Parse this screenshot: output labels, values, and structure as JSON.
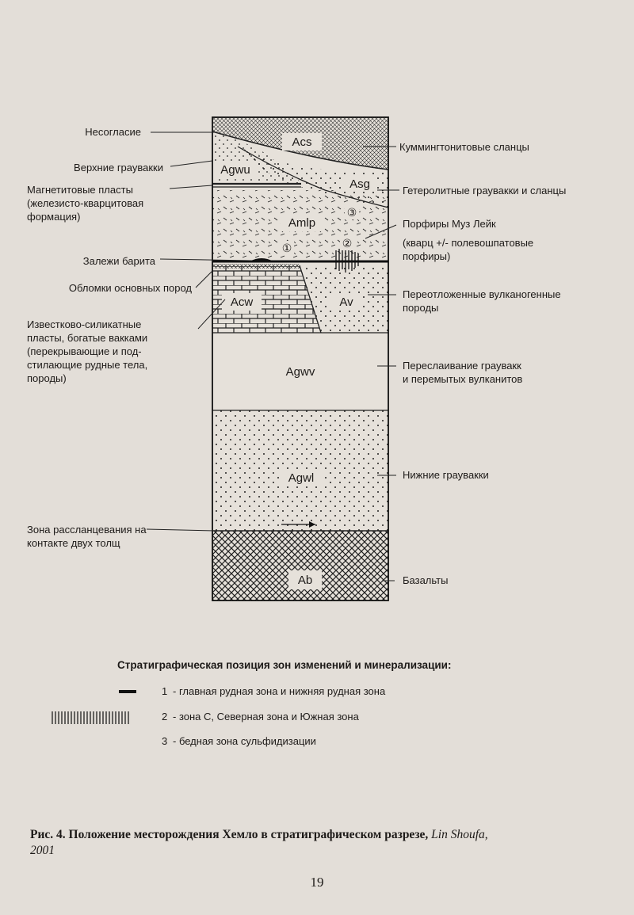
{
  "figure": {
    "units": {
      "acs": "Acs",
      "agwu": "Agwu",
      "asg": "Asg",
      "amlp": "Amlp",
      "acw": "Acw",
      "av": "Av",
      "agwv": "Agwv",
      "agwl": "Agwl",
      "ab": "Ab"
    },
    "zone_markers": {
      "one": "①",
      "two": "②",
      "three": "③"
    },
    "left_labels": {
      "unconformity": "Несогласие",
      "upper_greywackes": "Верхние граувакки",
      "magnetite_1": "Магнетитовые пласты",
      "magnetite_2": "(железисто-кварцитовая",
      "magnetite_3": "формация)",
      "barite": "Залежи барита",
      "basic_fragments": "Обломки  основных пород",
      "calc_silicate_1": "Известково-силикатные",
      "calc_silicate_2": "пласты, богатые вакками",
      "calc_silicate_3": "(перекрывающие и под-",
      "calc_silicate_4": "стилающие рудные тела,",
      "calc_silicate_5": "породы)",
      "shear_zone_1": "Зона рассланцевания на",
      "shear_zone_2": "контакте двух толщ"
    },
    "right_labels": {
      "cummingtonite": "Куммингтонитовые сланцы",
      "heterolithic": "Гетеролитные граувакки и сланцы",
      "porphyry_1": "Порфиры Муз Лейк",
      "porphyry_2": "(кварц +/- полевошпатовые",
      "porphyry_3": "порфиры)",
      "redeposited_1": "Переотложенные вулканогенные",
      "redeposited_2": "породы",
      "interbedding_1": "Переслаивание граувакк",
      "interbedding_2": "и перемытых вулканитов",
      "lower_greywackes": "Нижние граувакки",
      "basalts": "Базальты"
    },
    "legend": {
      "title": "Стратиграфическая позиция зон изменений и минерализации:",
      "items": [
        {
          "num": "1",
          "text": "-  главная рудная зона и нижняя рудная зона"
        },
        {
          "num": "2",
          "text": "-  зона С, Северная зона и Южная зона"
        },
        {
          "num": "3",
          "text": "-  бедная зона сульфидизации"
        }
      ]
    }
  },
  "caption": {
    "main": "Рис. 4. Положение месторождения Хемло в стратиграфическом разрезе, ",
    "author": "Lin Shoufa,",
    "year": "2001"
  },
  "page_number": "19",
  "colors": {
    "paper": "#e3ded8",
    "ink": "#1d1a18"
  }
}
